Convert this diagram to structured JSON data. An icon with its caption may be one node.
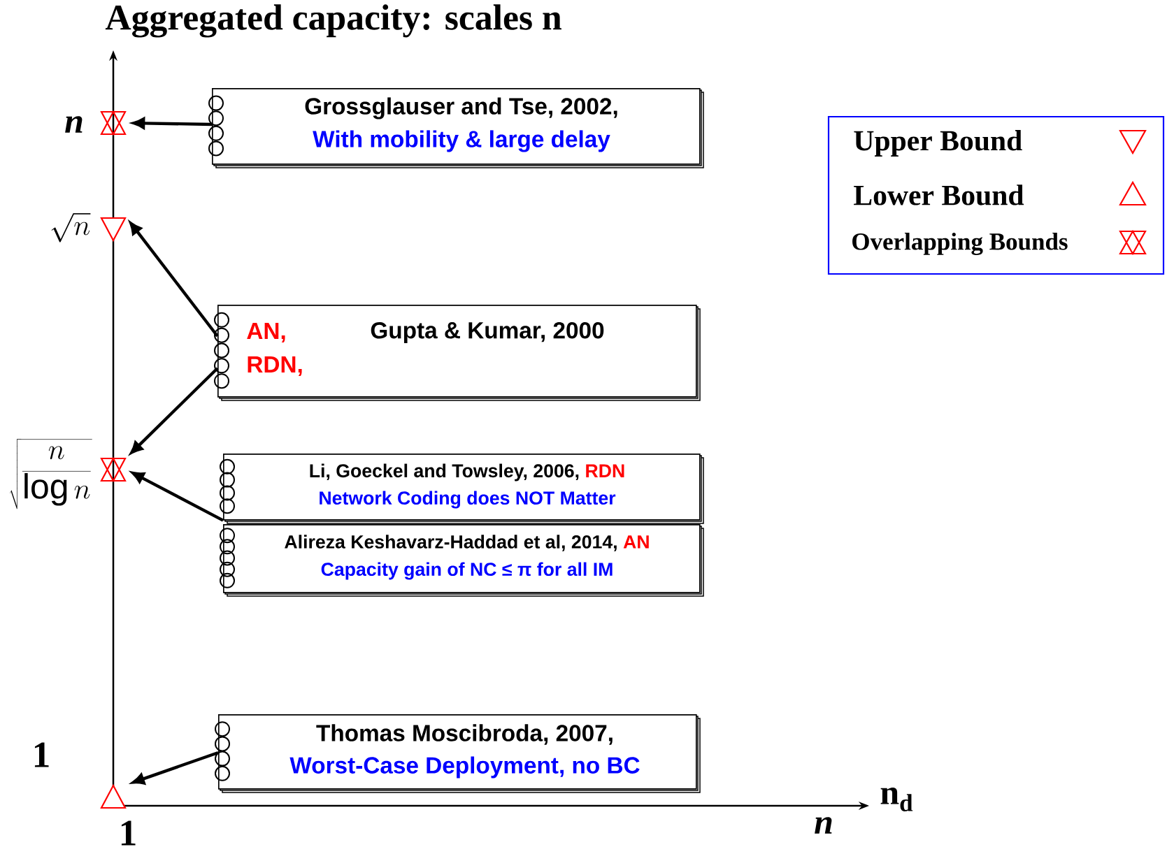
{
  "diagram": {
    "title": "Aggregated capacity: scales n",
    "nodes": [
      {
        "text": [
          "Grossglauser and Tse, 2002,",
          "With mobility & large delay"
        ]
      },
      {
        "text": [
          "AN,",
          "Gupta & Kumar, 2000",
          "RDN,"
        ]
      },
      {
        "text": [
          "Li, Goeckel and Towsley, 2006,",
          "RDN",
          "Network Coding does NOT Matter"
        ]
      },
      {
        "text": [
          "Alireza Keshavarz-Haddad et al, 2014,",
          "AN",
          "Capacity gain of NC ≤ π for all IM"
        ]
      },
      {
        "text": [
          "Thomas Moscibroda, 2007,",
          "Worst-Case Deployment, no BC"
        ]
      },
      {
        "text": [],
        "shape": "hourglass"
      },
      {
        "text": [],
        "shape": "triangle"
      },
      {
        "text": [],
        "shape": "hourglass"
      },
      {
        "text": [],
        "shape": "triangle"
      }
    ],
    "edges": [
      {
        "from": 0,
        "to": 5,
        "arrow": "to"
      },
      {
        "from": 1,
        "to": 6,
        "arrow": "to"
      },
      {
        "from": 1,
        "to": 7,
        "arrow": "to"
      },
      {
        "from": 2,
        "to": 7,
        "arrow": "to"
      },
      {
        "from": 4,
        "to": 8,
        "arrow": "to"
      }
    ],
    "labels": [
      "n",
      "\\sqrt{n}",
      "\\sqrt{\\frac{n}{\\log n}}",
      "1",
      "1",
      "n",
      "n$_{d}$"
    ],
    "legend": [
      {
        "text": "Upper Bound"
      },
      {
        "text": "Lower Bound"
      },
      {
        "text": "Overlapping Bounds"
      }
    ]
  }
}
